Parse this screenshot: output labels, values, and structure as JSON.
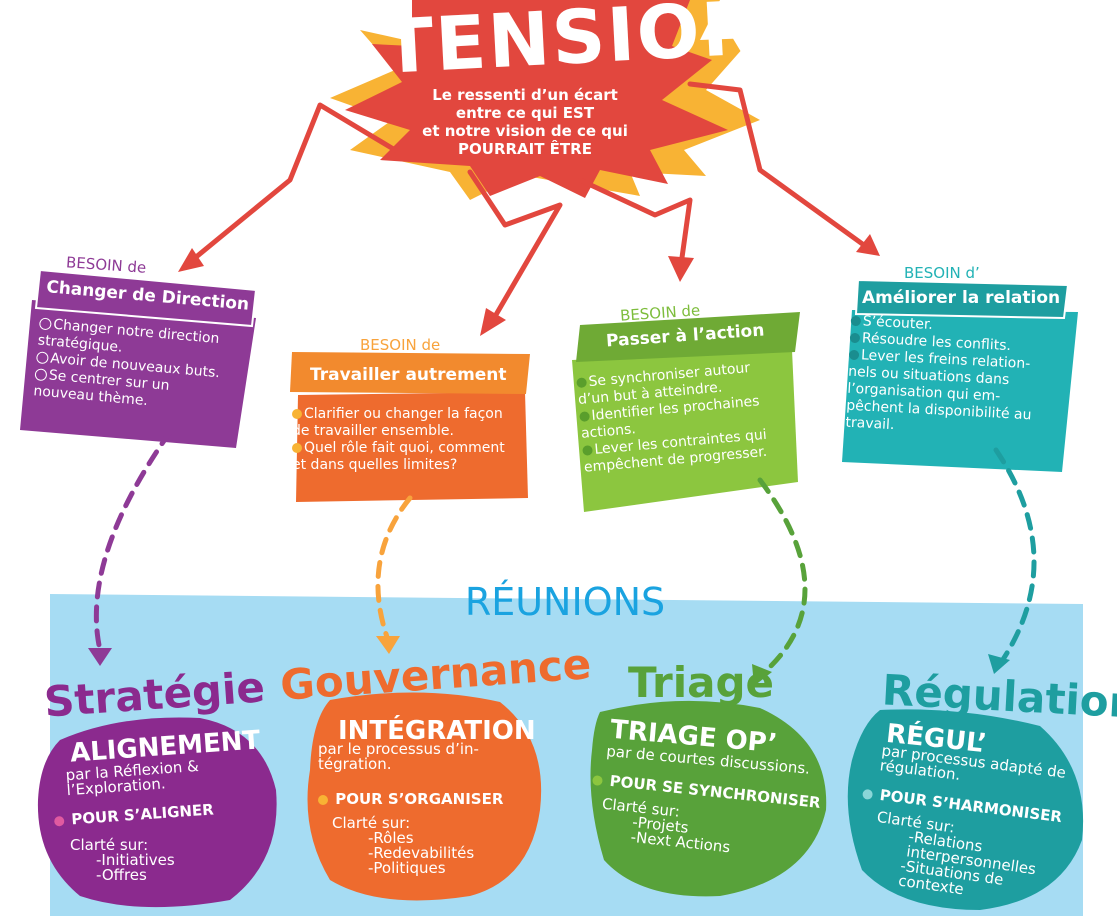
{
  "header": {
    "title": "TENSIONS",
    "subtitle_lines": [
      "Le ressenti d’un écart",
      "entre ce qui EST",
      "et notre vision de ce qui",
      "POURRAIT ÊTRE"
    ]
  },
  "needs": [
    {
      "prefix": "BESOIN de",
      "title": "Changer de Direction",
      "color": "#8e3a96",
      "items": [
        "Changer notre direction stratégique.",
        "Avoir de nouveaux buts.",
        "Se centrer sur un nouveau thème."
      ]
    },
    {
      "prefix": "BESOIN de",
      "title": "Travailler autrement",
      "color": "#ee6b2e",
      "items": [
        "Clarifier ou changer la façon de travailler ensemble.",
        "Quel rôle fait quoi, comment et dans quelles limites?"
      ]
    },
    {
      "prefix": "BESOIN de",
      "title": "Passer à l’action",
      "color": "#7dbd3c",
      "items": [
        "Se synchroniser autour d’un but à atteindre.",
        "Identifier les prochaines actions.",
        "Lever les contraintes qui empêchent de progresser."
      ]
    },
    {
      "prefix": "BESOIN d’",
      "title": "Améliorer la relation",
      "color": "#22b2b5",
      "items": [
        "S’écouter.",
        "Résoudre les conflits.",
        "Lever les freins relation-nels ou situations dans l’organisation qui em-pêchent la disponibilité au travail."
      ]
    }
  ],
  "reunions_label": "RÉUNIONS",
  "meetings": [
    {
      "category": "Stratégie",
      "title": "ALIGNEMENT",
      "method": "par la Réflexion & l’Exploration.",
      "goal": "POUR S’ALIGNER",
      "clarity": "Clarté sur:",
      "items": [
        "-Initiatives",
        "-Offres"
      ],
      "color": "#8b2a8e"
    },
    {
      "category": "Gouvernance",
      "title": "INTÉGRATION",
      "method": "par le processus d’in-tégration.",
      "goal": "POUR S’ORGANISER",
      "clarity": "Clarté sur:",
      "items": [
        "-Rôles",
        "-Redevabilités",
        "-Politiques"
      ],
      "color": "#ee6b2e"
    },
    {
      "category": "Triage",
      "title": "TRIAGE OP’",
      "method": "par de courtes discussions.",
      "goal": "POUR SE SYNCHRONISER",
      "clarity": "Clarté sur:",
      "items": [
        "-Projets",
        "-Next Actions"
      ],
      "color": "#58a23a"
    },
    {
      "category": "Régulation",
      "title": "RÉGUL’",
      "method": "par processus adapté de régulation.",
      "goal": "POUR S’HARMONISER",
      "clarity": "Clarté sur:",
      "items": [
        "-Relations interpersonnelles",
        "-Situations de contexte"
      ],
      "color": "#1e9ea0"
    }
  ],
  "colors": {
    "accent_red": "#e2473e",
    "accent_yellow": "#f8b334",
    "band": "#a6dcf3",
    "reunions": "#1aa3e0"
  }
}
